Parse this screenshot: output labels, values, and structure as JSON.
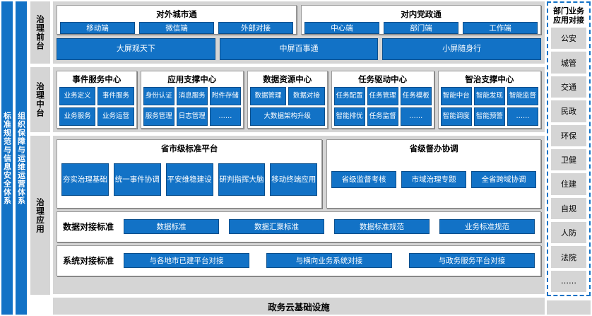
{
  "side_bars": [
    {
      "label": "标准规范与信息安全体系"
    },
    {
      "label": "组织保障与运维运营体系"
    }
  ],
  "stages": [
    {
      "label": "治理前台"
    },
    {
      "label": "治理中台"
    },
    {
      "label": "治理应用"
    }
  ],
  "front": {
    "groups": [
      {
        "title": "对外城市通",
        "chips": [
          "移动端",
          "微信端",
          "外部对接"
        ]
      },
      {
        "title": "对内党政通",
        "chips": [
          "中心端",
          "部门端",
          "工作端"
        ]
      }
    ],
    "banners": [
      "大屏观天下",
      "中屏百事通",
      "小屏随身行"
    ]
  },
  "middle": {
    "centers": [
      {
        "title": "事件服务中心",
        "rows": [
          [
            "业务定义",
            "事件服务"
          ],
          [
            "业务服务",
            "业务运营"
          ]
        ]
      },
      {
        "title": "应用支撑中心",
        "rows": [
          [
            "身份认证",
            "消息服务",
            "附件存储"
          ],
          [
            "服务管理",
            "日志管理",
            "……"
          ]
        ]
      },
      {
        "title": "数据资源中心",
        "rows": [
          [
            "数据管理",
            "数据对接"
          ],
          [
            "大数据架构升级"
          ]
        ]
      },
      {
        "title": "任务驱动中心",
        "rows": [
          [
            "任务配置",
            "任务管理",
            "任务模板"
          ],
          [
            "智能排优",
            "任务监督",
            "……"
          ]
        ]
      },
      {
        "title": "智治支撑中心",
        "rows": [
          [
            "智能中台",
            "智能发现",
            "智能监督"
          ],
          [
            "智能调度",
            "智能预警",
            "……"
          ]
        ]
      }
    ]
  },
  "application": {
    "platforms": [
      {
        "title": "省市级标准平台",
        "chips": [
          "夯实治理基础",
          "统一事件协调",
          "平安维稳建设",
          "研判指挥大脑",
          "移动终端应用"
        ]
      },
      {
        "title": "省级督办协调",
        "chips": [
          "省级监督考核",
          "市域治理专题",
          "全省跨域协调"
        ]
      }
    ],
    "data_standard": {
      "label": "数据对接标准",
      "chips": [
        "数据标准",
        "数据汇聚标准",
        "数据标准规范",
        "业务标准规范"
      ]
    },
    "system_standard": {
      "label": "系统对接标准",
      "chips": [
        "与各地市已建平台对接",
        "与横向业务系统对接",
        "与政务服务平台对接"
      ]
    }
  },
  "infrastructure": {
    "label": "政务云基础设施"
  },
  "departments": {
    "title": "部门业务应用对接",
    "items": [
      "公安",
      "城管",
      "交通",
      "民政",
      "环保",
      "卫健",
      "住建",
      "自规",
      "人防",
      "法院",
      "……"
    ]
  },
  "colors": {
    "accent_blue": "#1272C6",
    "chip_border": "#0B4F8C",
    "band_grey": "#D5D5D5",
    "panel_white": "#FFFFFF"
  }
}
